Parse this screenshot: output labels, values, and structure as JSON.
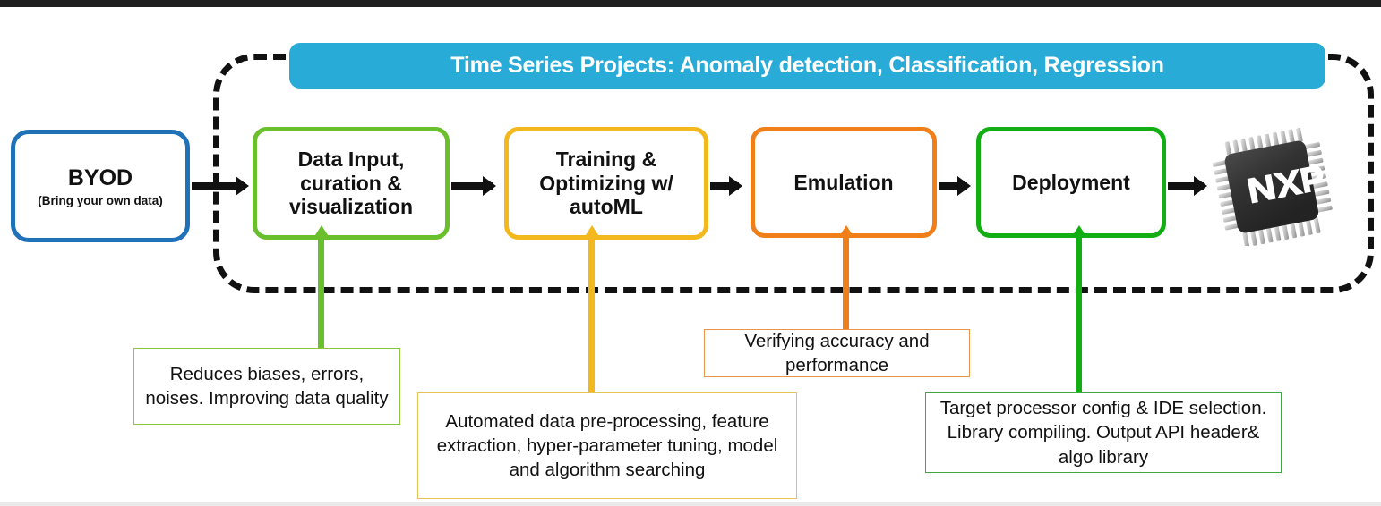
{
  "banner": {
    "title": "Time Series Projects: Anomaly detection, Classification, Regression",
    "bg_color": "#29ABD8",
    "text_color": "#FFFFFF"
  },
  "input_node": {
    "label": "BYOD",
    "sublabel": "(Bring your own data)",
    "border_color": "#1F72B8"
  },
  "pipeline": {
    "steps": [
      {
        "id": "data-input",
        "label": "Data Input, curation & visualization",
        "border_color": "#6ABF2C"
      },
      {
        "id": "training",
        "label": "Training & Optimizing w/ autoML",
        "border_color": "#F2B81E"
      },
      {
        "id": "emulation",
        "label": "Emulation",
        "border_color": "#F07F1A"
      },
      {
        "id": "deployment",
        "label": "Deployment",
        "border_color": "#13AE13"
      }
    ]
  },
  "output_node": {
    "label": "NXP",
    "kind": "microcontroller-chip",
    "body_color": "#2E2E2E",
    "pin_color": "#BFBFBF"
  },
  "notes": [
    {
      "id": "note-data-input",
      "text": "Reduces biases, errors, noises. Improving data quality",
      "border_color": "#8CC63F",
      "connector_color": "#6ABF2C"
    },
    {
      "id": "note-training",
      "text": "Automated data pre-processing, feature extraction, hyper-parameter tuning, model and algorithm searching",
      "border_color": "#E8C35A",
      "connector_color": "#F2B81E"
    },
    {
      "id": "note-emulation",
      "text": "Verifying accuracy and performance",
      "border_color": "#E8954A",
      "connector_color": "#F07F1A"
    },
    {
      "id": "note-deployment",
      "text": "Target processor config & IDE selection.  Library compiling. Output API header& algo library",
      "border_color": "#3FA93F",
      "connector_color": "#13AE13"
    }
  ],
  "region": {
    "style": "dashed-rounded-boundary",
    "color": "#111111"
  }
}
